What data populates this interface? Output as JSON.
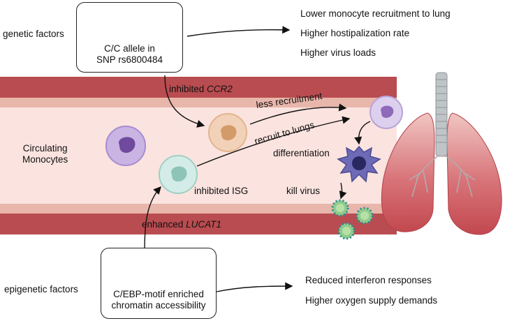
{
  "genetic": {
    "label": "genetic factors",
    "box_line1": "C/C allele in",
    "box_line2": "SNP rs6800484",
    "outcomes": [
      "Lower monocyte recruitment to lung",
      "Higher hostipalization rate",
      "Higher virus loads"
    ]
  },
  "epigenetic": {
    "label": "epigenetic factors",
    "box_line1": "C/EBP-motif enriched",
    "box_line2": "chromatin accessibility",
    "outcomes": [
      "Reduced interferon responses",
      "Higher oxygen supply demands"
    ]
  },
  "vessel": {
    "circulating_line1": "Circulating",
    "circulating_line2": "Monocytes",
    "inhibited_prefix": "inhibited ",
    "inhibited_gene": "CCR2",
    "enhanced_prefix": "enhanced ",
    "enhanced_gene": "LUCAT1",
    "inhibited_isg": "inhibited ISG"
  },
  "process": {
    "less_recruitment": "less recruitment",
    "recruit_to_lungs": "recruit to lungs",
    "differentiation": "differentiation",
    "kill_virus": "kill virus"
  },
  "colors": {
    "gene_person": "#d9b21f",
    "epi_person": "#c8231b",
    "vessel_wall_outer": "#b94c50",
    "vessel_wall_inner": "#e8b6ab",
    "vessel_lumen": "#fbe3df",
    "lung": "#d4636a",
    "trachea": "#bfc4c7"
  }
}
